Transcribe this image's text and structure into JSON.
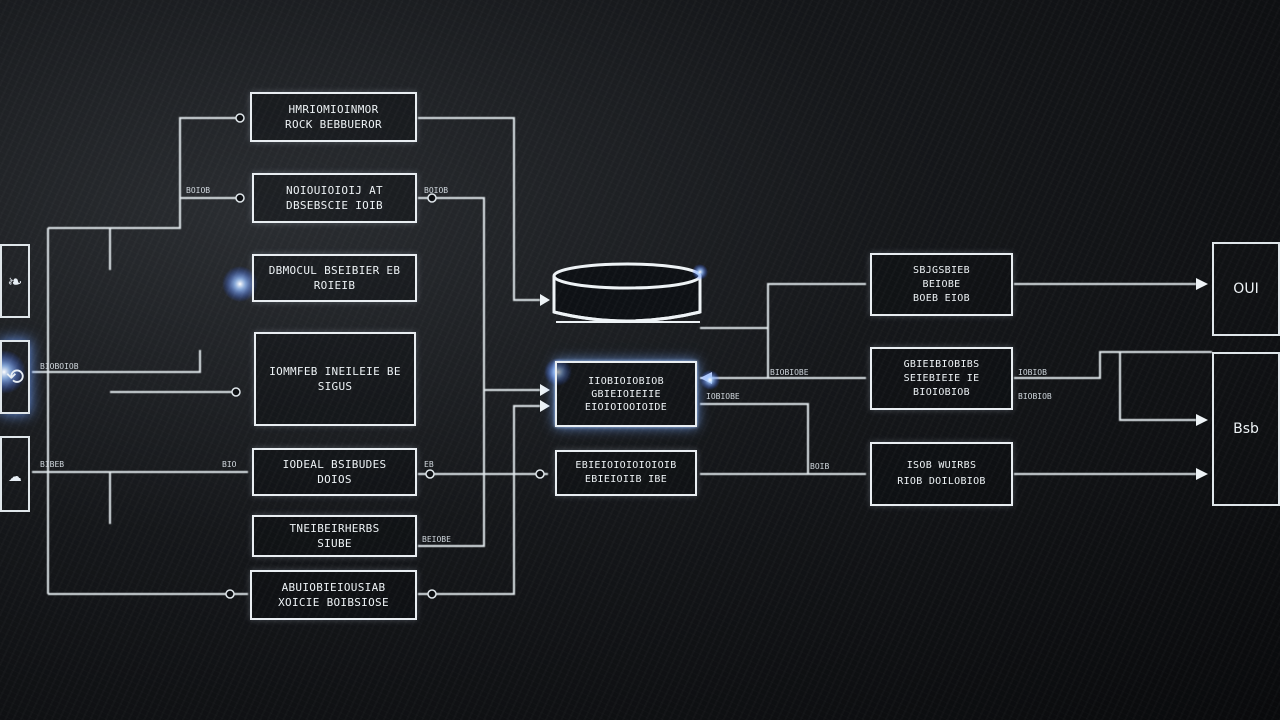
{
  "left_icons": [
    "bird-icon",
    "swirl-icon",
    "cloud-icon"
  ],
  "source_nodes": [
    {
      "line1": "HMRIOMIOINMOR",
      "line2": "ROCK BEBBUEROR"
    },
    {
      "line1": "NOIOUIOIOIJ AT",
      "line2": "DBSEBSCIE IOIB"
    },
    {
      "line1": "DBMOCUL BSEIBIER EB",
      "line2": "ROIEIB"
    },
    {
      "line1": "IOMMFEB INEILEIE BE",
      "line2": "SIGUS"
    },
    {
      "line1": "IODEAL BSIBUDES",
      "line2": "DOIOS"
    },
    {
      "line1": "TNEIBEIRHERBS",
      "line2": "SIUBE"
    },
    {
      "line1": "ABUIOBIEIOUSIAB",
      "line2": "XOICIE BOIBSIOSE"
    }
  ],
  "hub": {
    "node1": {
      "line1": "IIOBIOIOBIOB",
      "line2": "GBIEIOIEIIE",
      "line3": "EIOIOIOOIOIDE"
    },
    "node2": {
      "line1": "EBIEIOIOIOIOIOIB",
      "line2": "EBIEIOIIB IBE"
    }
  },
  "processors": [
    {
      "line1": "SBJGSBIEB",
      "line2": "BEIOBE",
      "line3": "BOEB EIOB"
    },
    {
      "line1": "GBIEIBIOBIBS",
      "line2": "SEIEBIEIE IE",
      "line3": "BIOIOBIOB"
    },
    {
      "line1": "ISOB WUIRBS",
      "line2": "RIOB DOILOBIOB"
    }
  ],
  "outputs": [
    "OUI",
    "Bsb"
  ],
  "edge_labels": {
    "a1": "BOIOB",
    "a2": "BOIOB",
    "a3": "BIOBOIOB",
    "a4": "EB",
    "a5": "BIBEB",
    "a6": "BEIOBE",
    "a7": "BIO",
    "a8": "IOBIOBE",
    "a9": "BIOBIOBE",
    "a10": "IOBIOB",
    "a11": "BIOBIOB",
    "a12": "BOIB"
  }
}
